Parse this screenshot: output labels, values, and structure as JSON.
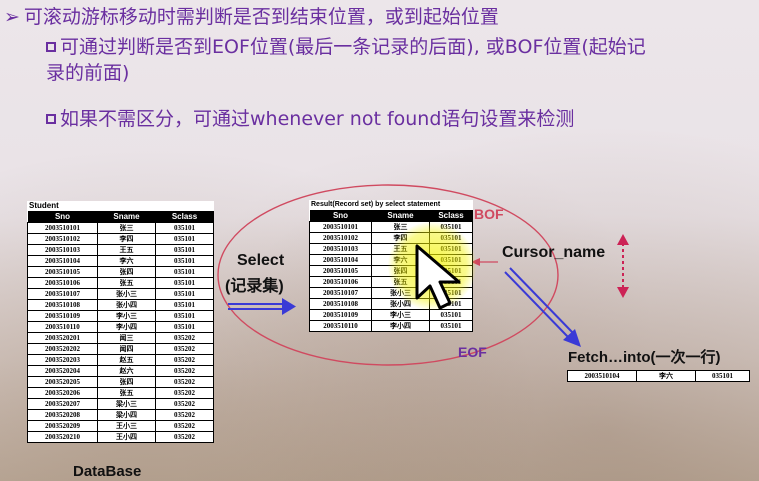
{
  "bullets": {
    "main": "可滚动游标移动时需判断是否到结束位置，或到起始位置",
    "sub1_line1": "可通过判断是否到EOF位置(最后一条记录的后面), 或BOF位置(起始记",
    "sub1_line2": "录的前面)",
    "sub2": "如果不需区分，可通过whenever  not found语句设置来检测"
  },
  "db_table": {
    "caption": "Student",
    "headers": [
      "Sno",
      "Sname",
      "Sclass"
    ],
    "rows": [
      [
        "2003510101",
        "张三",
        "035101"
      ],
      [
        "2003510102",
        "李四",
        "035101"
      ],
      [
        "2003510103",
        "王五",
        "035101"
      ],
      [
        "2003510104",
        "李六",
        "035101"
      ],
      [
        "2003510105",
        "张四",
        "035101"
      ],
      [
        "2003510106",
        "张五",
        "035101"
      ],
      [
        "2003510107",
        "张小三",
        "035101"
      ],
      [
        "2003510108",
        "张小四",
        "035101"
      ],
      [
        "2003510109",
        "李小三",
        "035101"
      ],
      [
        "2003510110",
        "李小四",
        "035101"
      ],
      [
        "2003520201",
        "闻三",
        "035202"
      ],
      [
        "2003520202",
        "闻四",
        "035202"
      ],
      [
        "2003520203",
        "赵五",
        "035202"
      ],
      [
        "2003520204",
        "赵六",
        "035202"
      ],
      [
        "2003520205",
        "张四",
        "035202"
      ],
      [
        "2003520206",
        "张五",
        "035202"
      ],
      [
        "2003520207",
        "梁小三",
        "035202"
      ],
      [
        "2003520208",
        "梁小四",
        "035202"
      ],
      [
        "2003520209",
        "王小三",
        "035202"
      ],
      [
        "2003520210",
        "王小四",
        "035202"
      ]
    ]
  },
  "result_table": {
    "caption": "Result(Record set) by select statement",
    "headers": [
      "Sno",
      "Sname",
      "Sclass"
    ],
    "rows": [
      [
        "2003510101",
        "张三",
        "035101"
      ],
      [
        "2003510102",
        "李四",
        "035101"
      ],
      [
        "2003510103",
        "王五",
        "035101"
      ],
      [
        "2003510104",
        "李六",
        "035101"
      ],
      [
        "2003510105",
        "张四",
        "035101"
      ],
      [
        "2003510106",
        "张五",
        "035101"
      ],
      [
        "2003510107",
        "张小三",
        "035101"
      ],
      [
        "2003510108",
        "张小四",
        "035101"
      ],
      [
        "2003510109",
        "李小三",
        "035101"
      ],
      [
        "2003510110",
        "李小四",
        "035101"
      ]
    ]
  },
  "fetch_row": [
    "2003510104",
    "李六",
    "035101"
  ],
  "labels": {
    "database": "DataBase",
    "select": "Select",
    "select_sub": "(记录集)",
    "cursor_name": "Cursor_name",
    "bof": "BOF",
    "eof": "EOF",
    "fetch": "Fetch…into(一次一行)"
  },
  "colors": {
    "text_purple": "#6a2fa0",
    "arrow_blue": "#3a3ad6",
    "ellipse_red": "#d04a60",
    "marker_red": "#cc2255",
    "highlight_yellow": "#f2f200"
  },
  "icons": {
    "cursor": "mouse-pointer-icon"
  }
}
